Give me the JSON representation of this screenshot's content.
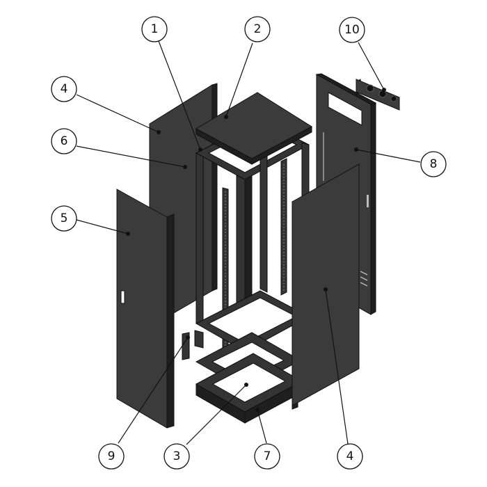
{
  "callouts": [
    {
      "id": "c1",
      "label": "1"
    },
    {
      "id": "c2",
      "label": "2"
    },
    {
      "id": "c10",
      "label": "10"
    },
    {
      "id": "c4a",
      "label": "4"
    },
    {
      "id": "c6",
      "label": "6"
    },
    {
      "id": "c8",
      "label": "8"
    },
    {
      "id": "c5",
      "label": "5"
    },
    {
      "id": "c9",
      "label": "9"
    },
    {
      "id": "c3",
      "label": "3"
    },
    {
      "id": "c7",
      "label": "7"
    },
    {
      "id": "c4b",
      "label": "4"
    }
  ]
}
